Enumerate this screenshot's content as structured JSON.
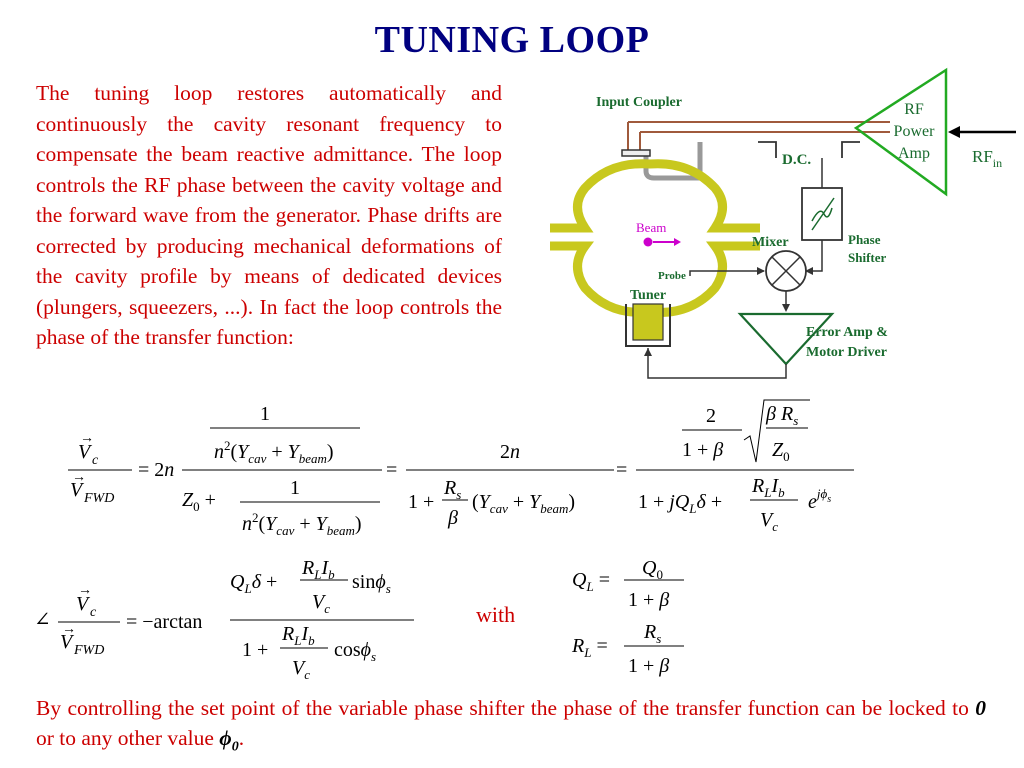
{
  "title": "TUNING LOOP",
  "intro": "The tuning loop restores automatically and continuously the cavity resonant frequency to compensate the beam reactive admittance. The loop controls the RF phase between the cavity voltage and the forward wave from the generator. Phase drifts are corrected by producing mechanical deformations of the cavity profile by means of dedicated devices (plungers, squeezers, ...). In fact the loop controls the phase of the transfer function:",
  "diagram": {
    "input_coupler": "Input Coupler",
    "rf_power_amp": [
      "RF",
      "Power",
      "Amp"
    ],
    "rf_in": "RF",
    "rf_in_sub": "in",
    "dc": "D.C.",
    "beam": "Beam",
    "mixer": "Mixer",
    "phase_shifter": [
      "Phase",
      "Shifter"
    ],
    "probe": "Probe",
    "tuner": "Tuner",
    "error_amp": [
      "Error Amp &",
      "Motor Driver"
    ],
    "colors": {
      "cavity": "#c8c81e",
      "label": "#1a6b2f",
      "beam": "#cc00cc",
      "coupler_line": "#a05a3c"
    }
  },
  "with_label": "with",
  "closing": {
    "text1": "By controlling the set point of the variable phase shifter the phase of the transfer function can be locked to ",
    "zero": "0",
    "text2": " or to any other value ",
    "phi": "ϕ",
    "phi_sub": "0",
    "text3": "."
  },
  "colors": {
    "title": "#000080",
    "body_text": "#cc0000"
  }
}
